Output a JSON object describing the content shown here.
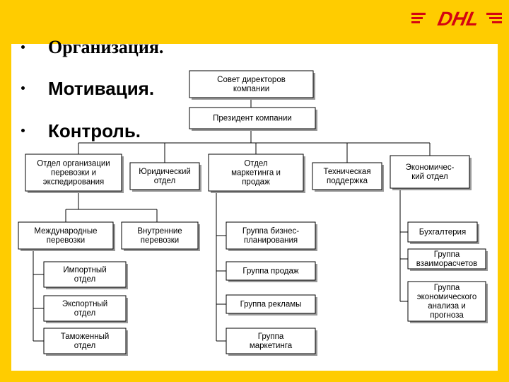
{
  "logo": {
    "text": "DHL",
    "color": "#D40511"
  },
  "bullets": [
    "Организация.",
    "Мотивация.",
    "Контроль."
  ],
  "org_chart": {
    "nodes": [
      {
        "id": "board",
        "lines": [
          "Совет директоров",
          "компании"
        ]
      },
      {
        "id": "president",
        "lines": [
          "Президент компании"
        ]
      },
      {
        "id": "transport",
        "lines": [
          "Отдел организации",
          "перевозки и",
          "экспедирования"
        ]
      },
      {
        "id": "legal",
        "lines": [
          "Юридический",
          "отдел"
        ]
      },
      {
        "id": "marketing",
        "lines": [
          "Отдел",
          "маркетинга и",
          "продаж"
        ]
      },
      {
        "id": "tech",
        "lines": [
          "Техническая",
          "поддержка"
        ]
      },
      {
        "id": "econ",
        "lines": [
          "Экономичес-",
          "кий отдел"
        ]
      },
      {
        "id": "intl",
        "lines": [
          "Международные",
          "перевозки"
        ]
      },
      {
        "id": "domestic",
        "lines": [
          "Внутренние",
          "перевозки"
        ]
      },
      {
        "id": "import",
        "lines": [
          "Импортный",
          "отдел"
        ]
      },
      {
        "id": "export",
        "lines": [
          "Экспортный",
          "отдел"
        ]
      },
      {
        "id": "customs",
        "lines": [
          "Таможенный",
          "отдел"
        ]
      },
      {
        "id": "bizplan",
        "lines": [
          "Группа бизнес-",
          "планирования"
        ]
      },
      {
        "id": "sales",
        "lines": [
          "Группа продаж"
        ]
      },
      {
        "id": "ads",
        "lines": [
          "Группа рекламы"
        ]
      },
      {
        "id": "mktgroup",
        "lines": [
          "Группа",
          "маркетинга"
        ]
      },
      {
        "id": "accounting",
        "lines": [
          "Бухгалтерия"
        ]
      },
      {
        "id": "settlements",
        "lines": [
          "Группа",
          "взаиморасчетов"
        ]
      },
      {
        "id": "analysis",
        "lines": [
          "Группа",
          "экономического",
          "анализа и",
          "прогноза"
        ]
      }
    ],
    "edges": [
      [
        "board",
        "president"
      ],
      [
        "president",
        "transport"
      ],
      [
        "president",
        "legal"
      ],
      [
        "president",
        "marketing"
      ],
      [
        "president",
        "tech"
      ],
      [
        "president",
        "econ"
      ],
      [
        "transport",
        "intl"
      ],
      [
        "transport",
        "domestic"
      ],
      [
        "intl",
        "import"
      ],
      [
        "intl",
        "export"
      ],
      [
        "intl",
        "customs"
      ],
      [
        "marketing",
        "bizplan"
      ],
      [
        "marketing",
        "sales"
      ],
      [
        "marketing",
        "ads"
      ],
      [
        "marketing",
        "mktgroup"
      ],
      [
        "econ",
        "accounting"
      ],
      [
        "econ",
        "settlements"
      ],
      [
        "econ",
        "analysis"
      ]
    ]
  }
}
